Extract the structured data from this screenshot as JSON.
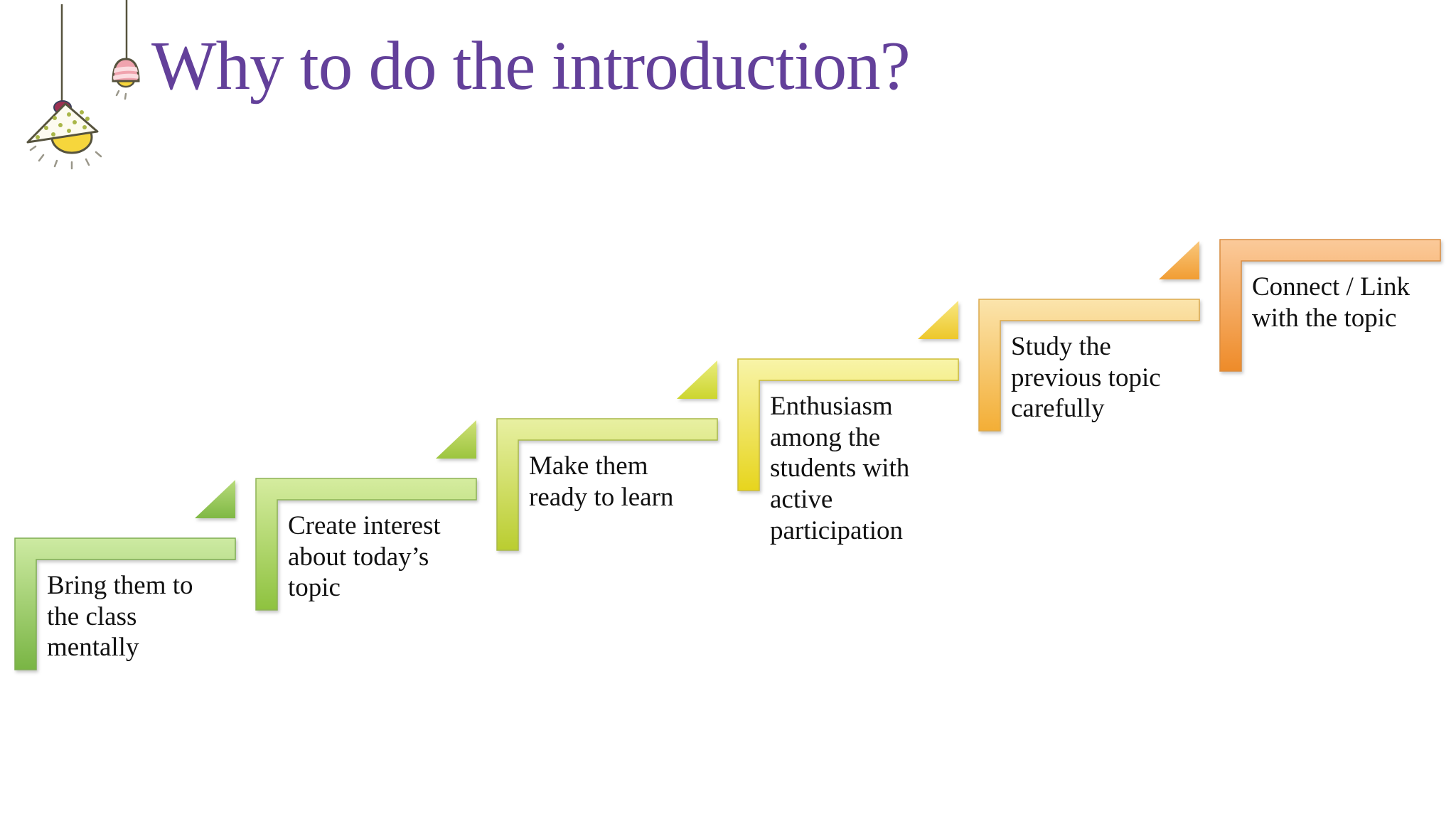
{
  "title": "Why to do the introduction?",
  "title_color": "#63409a",
  "text_color": "#111111",
  "background_color": "#ffffff",
  "decor": {
    "left_lamp_icon": "cone-pendant-lamp-icon",
    "right_lamp_icon": "bell-pendant-lamp-icon",
    "lamp_bulb_color": "#f6d63c",
    "lamp_shade_pink": "#f0a3ae",
    "lamp_outline": "#56533e"
  },
  "steps": [
    {
      "label": "Bring them to the class mentally",
      "lines": [
        "Bring them to",
        "the class",
        "mentally"
      ],
      "colors": {
        "light": "#cdeaa2",
        "dark": "#79b544",
        "border": "#7fae52"
      },
      "arrow": null
    },
    {
      "label": "Create interest about today’s topic",
      "lines": [
        "Create interest",
        "about today’s",
        "topic"
      ],
      "colors": {
        "light": "#d5ec9f",
        "dark": "#8ec23f",
        "border": "#8db355"
      },
      "arrow": {
        "light": "#b8db7c",
        "dark": "#7fb844"
      }
    },
    {
      "label": "Make them ready to learn",
      "lines": [
        "Make them",
        "ready to learn"
      ],
      "colors": {
        "light": "#e8f0a2",
        "dark": "#bacd30",
        "border": "#a9b94b"
      },
      "arrow": {
        "light": "#cfe077",
        "dark": "#9cc53e"
      }
    },
    {
      "label": "Enthusiasm among the students with active participation",
      "lines": [
        "Enthusiasm",
        "among the",
        "students with",
        "active",
        "participation"
      ],
      "colors": {
        "light": "#f8f4a8",
        "dark": "#e7d51d",
        "border": "#cdbd36"
      },
      "arrow": {
        "light": "#e9ec7d",
        "dark": "#ccd52f"
      }
    },
    {
      "label": "Study the previous topic carefully",
      "lines": [
        "Study the",
        "previous topic",
        "carefully"
      ],
      "colors": {
        "light": "#fbe4ac",
        "dark": "#f3ae36",
        "border": "#dca94c"
      },
      "arrow": {
        "light": "#f8e781",
        "dark": "#edc72a"
      }
    },
    {
      "label": "Connect / Link with the topic",
      "lines": [
        "Connect / Link",
        "with the topic"
      ],
      "colors": {
        "light": "#fbca9a",
        "dark": "#ee8b29",
        "border": "#d98d42"
      },
      "arrow": {
        "light": "#f9c77c",
        "dark": "#f19d33"
      }
    }
  ]
}
